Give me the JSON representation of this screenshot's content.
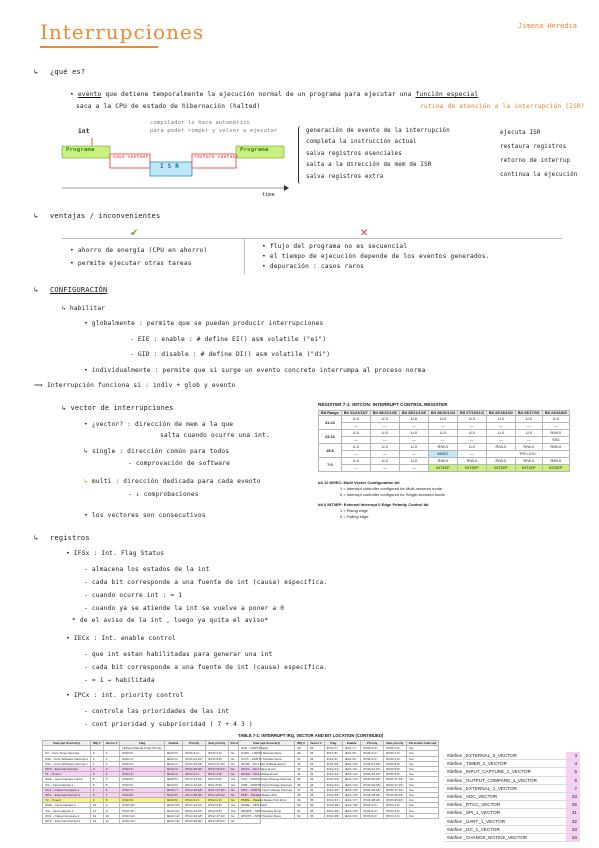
{
  "header": {
    "title": "Interrupciones",
    "author": "Jimena Heredia"
  },
  "que_es": {
    "heading": "¿qué es?",
    "definition_word": "evento",
    "definition_rest": "que detiene temporalmente la ejecución normal de un programa para ejecutar una",
    "definition_special": "función especial",
    "line2": "saca a la CPU de estado de hibernación (halted)",
    "isr_note": "rutina de atención a la interrupción (ISR)",
    "diagram": {
      "compiler_note_1": "compilador lo hace automático",
      "compiler_note_2": "para poder romper y volver a ejecutar",
      "int_label": "int",
      "programa_left": "Programa",
      "save_context": "save context",
      "isr": "I S R",
      "restore_context": "restore context",
      "programa_right": "Programa",
      "time_axis": "time"
    },
    "steps_left": [
      "generación de evento de la interrupción",
      "completa la instrucción actual",
      "salva registros esenciales",
      "salta a la dirección de mem de ISR",
      "salva registros extra"
    ],
    "steps_right": [
      "ejecuta ISR",
      "restaura registros",
      "retorno de interrup",
      "continua la ejecución"
    ]
  },
  "ventajas": {
    "heading": "ventajas / inconvenientes",
    "check_mark": "✔",
    "cross_mark": "✕",
    "pros": [
      "ahorro de energía (CPU en ahorro)",
      "permite ejecutar otras tareas"
    ],
    "cons": [
      "flujo del programa no es secuencial",
      "el tiempo de ejecución depende de los eventos generados.",
      "depuración : casos raros"
    ]
  },
  "configuracion": {
    "heading": "CONFIGURACIÓN",
    "habilitar": "habilitar",
    "global_line": "globalmente : permite que se puedan producir interrupciones",
    "eie": "- EIE : enable : # define EI() asm volatile (\"ei\")",
    "gid": "- GID : disable : # define DI() asm volatile (\"di\")",
    "individual": "individualmente : permite que si surge un evento concreto interrumpa al proceso norma",
    "funciona": "Interrupción funciona si : indiv + glob y evento"
  },
  "vector": {
    "heading": "vector de interrupciones",
    "que_vector_1": "¿vector? : dirección de mem a la que",
    "que_vector_2": "salta cuando ocurre una int.",
    "single_1": "single : dirección común para todos",
    "single_2": "- comprovación de software",
    "multi_1": "multi : dirección dedicada para cada evento",
    "multi_2": "- ↓ comprobaciones",
    "consecutivos": "los vectores son consecutivos"
  },
  "register_table": {
    "caption": "REGISTER 7-1: INTCON: INTERRUPT CONTROL REGISTER",
    "headers": [
      "Bit Range",
      "Bit 31/23/15/7",
      "Bit 30/22/14/6",
      "Bit 29/21/13/5",
      "Bit 28/20/12/4",
      "Bit 27/19/11/3",
      "Bit 26/18/10/2",
      "Bit 25/17/9/1",
      "Bit 24/16/8/0"
    ],
    "rows": [
      {
        "range": "31:24",
        "top": [
          "U-0",
          "U-0",
          "U-0",
          "U-0",
          "U-0",
          "U-0",
          "U-0",
          "U-0"
        ],
        "bot": [
          "—",
          "—",
          "—",
          "—",
          "—",
          "—",
          "—",
          "—"
        ]
      },
      {
        "range": "23:16",
        "top": [
          "U-0",
          "U-0",
          "U-0",
          "U-0",
          "U-0",
          "U-0",
          "U-0",
          "R/W-0"
        ],
        "bot": [
          "—",
          "—",
          "—",
          "—",
          "—",
          "—",
          "—",
          "SS0"
        ]
      },
      {
        "range": "15:8",
        "top": [
          "U-0",
          "U-0",
          "U-0",
          "R/W-0",
          "U-0",
          "R/W-0",
          "R/W-0",
          "R/W-0"
        ],
        "bot": [
          "—",
          "—",
          "—",
          "MVEC",
          "—",
          "TPC<2:0>",
          "",
          ""
        ]
      },
      {
        "range": "7:0",
        "top": [
          "U-0",
          "U-0",
          "U-0",
          "R/W-0",
          "R/W-0",
          "R/W-0",
          "R/W-0",
          "R/W-0"
        ],
        "bot": [
          "—",
          "—",
          "—",
          "INT4EP",
          "INT3EP",
          "INT2EP",
          "INT1EP",
          "INT0EP"
        ]
      }
    ],
    "bit12_title": "bit 12  MVEC: Multi Vector Configuration bit",
    "bit12_a": "1 = Interrupt controller configured for Multi-vectored mode",
    "bit12_b": "0 = Interrupt controller configured for Single-vectored mode",
    "bit0_title": "bit 0  INT0EP: External Interrupt 0 Edge Polarity Control bit",
    "bit0_a": "1 = Rising edge",
    "bit0_b": "0 = Falling edge"
  },
  "registros": {
    "heading": "registros",
    "ifs": "IFSx : Int. Flag Status",
    "ifs_items": [
      "- almacena los estados de la int",
      "- cada bit corresponde a una fuente de int (causa) específica.",
      "- cuando ocurre int : = 1",
      "- cuando ya se atiende la int se vuelve a poner a 0"
    ],
    "ifs_note": "* de el aviso de la int , luego ya quita el aviso*",
    "iec": "IECx : Int. enable control",
    "iec_items": [
      "- que int estan habilitadas para generar una int",
      "- cada bit corresponde a una fuente de int (causa) específica.",
      "- = 1 → habilitada"
    ],
    "ipc": "IPCx : int. priority control",
    "ipc_items": [
      "- controla las prioridades de las int",
      "- cont prioridad y subprioridad ( 7 + 4 3 )"
    ]
  },
  "bottom_table_1": {
    "headers": [
      "Interrupt Source(1)",
      "IRQ #",
      "Vector #",
      "Flag",
      "Enable",
      "Priority",
      "Sub-priority",
      "Persistent Interrupt"
    ],
    "rows": [
      [
        "",
        "",
        "",
        "Highest Natural Order Priority",
        "",
        "",
        "",
        ""
      ],
      [
        "CT – Core Timer Interrupt",
        "0",
        "0",
        "IFS0<0>",
        "IEC0<0>",
        "IPC0<4:2>",
        "IPC0<1:0>",
        "No"
      ],
      [
        "CS0 – Core Software Interrupt 0",
        "1",
        "1",
        "IFS0<1>",
        "IEC0<1>",
        "IPC0<12:10>",
        "IPC0<9:8>",
        "No"
      ],
      [
        "CS1 – Core Software Interrupt 1",
        "2",
        "2",
        "IFS0<2>",
        "IEC0<2>",
        "IPC0<20:18>",
        "IPC0<17:16>",
        "No"
      ],
      [
        "INT0 – External Interrupt",
        "3",
        "3",
        "IFS0<3>",
        "IEC0<3>",
        "IPC0<28:26>",
        "IPC0<25:24>",
        "No"
      ],
      [
        "T1 – Timer1",
        "4",
        "4",
        "IFS0<4>",
        "IEC0<4>",
        "IPC1<4:2>",
        "IPC1<1:0>",
        "No"
      ],
      [
        "IC1E – Input Capture 1 Error",
        "5",
        "5",
        "IFS0<5>",
        "IEC0<5>",
        "IPC1<12:10>",
        "IPC1<9:8>",
        "Yes"
      ],
      [
        "IC1 – Input Capture 1",
        "6",
        "5",
        "IFS0<6>",
        "IEC0<6>",
        "IPC1<12:10>",
        "IPC1<9:8>",
        "Yes"
      ],
      [
        "OC1 – Output Compare 1",
        "7",
        "6",
        "IFS0<7>",
        "IEC0<7>",
        "IPC1<20:18>",
        "IPC1<17:16>",
        "No"
      ],
      [
        "INT1 – External Interrupt 1",
        "8",
        "7",
        "IFS0<8>",
        "IEC0<8>",
        "IPC1<28:26>",
        "IPC1<25:24>",
        "No"
      ],
      [
        "T2 – Timer2",
        "9",
        "8",
        "IFS0<9>",
        "IEC0<9>",
        "IPC2<4:2>",
        "IPC2<1:0>",
        "No"
      ],
      [
        "IC2E – Input Capture 2",
        "10",
        "9",
        "IFS0<10>",
        "IEC0<10>",
        "IPC2<12:10>",
        "IPC2<9:8>",
        "Yes"
      ],
      [
        "IC2 – Input Capture 2",
        "11",
        "9",
        "IFS0<11>",
        "IEC0<11>",
        "IPC2<12:10>",
        "IPC2<9:8>",
        "Yes"
      ],
      [
        "OC2 – Output Compare 2",
        "12",
        "10",
        "IFS0<12>",
        "IEC0<12>",
        "IPC2<20:18>",
        "IPC2<17:16>",
        "No"
      ],
      [
        "INT2 – External Interrupt 2",
        "13",
        "11",
        "IFS0<13>",
        "IEC0<13>",
        "IPC2<28:26>",
        "IPC2<25:24>",
        "No"
      ]
    ]
  },
  "bottom_table_2": {
    "caption": "TABLE 7-1: INTERRUPT IRQ, VECTOR AND BIT LOCATION (CONTINUED)",
    "headers": [
      "Interrupt Source(1)",
      "IRQ #",
      "Vector #",
      "Flag",
      "Enable",
      "Priority",
      "Sub-priority",
      "Persistent Interrupt"
    ],
    "rows": [
      [
        "U1E – UART1 Fault",
        "39",
        "32",
        "IFS1<7>",
        "IEC1<7>",
        "IPC8<4:2>",
        "IPC8<1:0>",
        "Yes"
      ],
      [
        "U1RX – UART1 Receive Done",
        "40",
        "32",
        "IFS1<8>",
        "IEC1<8>",
        "IPC8<4:2>",
        "IPC8<1:0>",
        "Yes"
      ],
      [
        "U1TX – UART1 Transfer Done",
        "41",
        "32",
        "IFS1<9>",
        "IEC1<9>",
        "IPC8<4:2>",
        "IPC8<1:0>",
        "Yes"
      ],
      [
        "I2C1B – I2C1 Bus Collision Event",
        "42",
        "33",
        "IFS1<10>",
        "IEC1<10>",
        "IPC8<12:10>",
        "IPC8<9:8>",
        "Yes"
      ],
      [
        "I2C1S – I2C1 Slave Event",
        "43",
        "33",
        "IFS1<11>",
        "IEC1<11>",
        "IPC8<12:10>",
        "IPC8<9:8>",
        "Yes"
      ],
      [
        "I2C1M – I2C1 Master Event",
        "44",
        "33",
        "IFS1<12>",
        "IEC1<12>",
        "IPC8<12:10>",
        "IPC8<9:8>",
        "Yes"
      ],
      [
        "CNA – PORTA Input Change Interrupt",
        "45",
        "34",
        "IFS1<13>",
        "IEC1<13>",
        "IPC8<20:18>",
        "IPC8<17:16>",
        "Yes"
      ],
      [
        "CNB – PORTB Input Change Interrupt",
        "46",
        "34",
        "IFS1<14>",
        "IEC1<14>",
        "IPC8<20:18>",
        "IPC8<17:16>",
        "Yes"
      ],
      [
        "CNC – PORTC Input Change Interrupt",
        "47",
        "34",
        "IFS1<15>",
        "IEC1<15>",
        "IPC8<20:18>",
        "IPC8<17:16>",
        "Yes"
      ],
      [
        "PMP – Parallel Master Port",
        "48",
        "35",
        "IFS1<16>",
        "IEC1<16>",
        "IPC8<28:26>",
        "IPC8<25:24>",
        "Yes"
      ],
      [
        "PMPE – Parallel Master Port Error",
        "49",
        "35",
        "IFS1<17>",
        "IEC1<17>",
        "IPC8<28:26>",
        "IPC8<25:24>",
        "Yes"
      ],
      [
        "SPI2E – SPI2 Fault",
        "50",
        "36",
        "IFS1<18>",
        "IEC1<18>",
        "IPC9<4:2>",
        "IPC9<1:0>",
        "Yes"
      ],
      [
        "SPI2RX – SPI2 Receive Done",
        "51",
        "36",
        "IFS1<19>",
        "IEC1<19>",
        "IPC9<4:2>",
        "IPC9<1:0>",
        "Yes"
      ],
      [
        "SPI2TX – SPI2 Transfer Done",
        "52",
        "36",
        "IFS1<20>",
        "IEC1<20>",
        "IPC9<4:2>",
        "IPC9<1:0>",
        "Yes"
      ]
    ]
  },
  "vector_defines": [
    {
      "name": "#define _EXTERNAL_0_VECTOR",
      "num": "3"
    },
    {
      "name": "#define _TIMER_1_VECTOR",
      "num": "4"
    },
    {
      "name": "#define _INPUT_CAPTURE_1_VECTOR",
      "num": "5"
    },
    {
      "name": "#define _OUTPUT_COMPARE_1_VECTOR",
      "num": "6"
    },
    {
      "name": "#define _EXTERNAL_1_VECTOR",
      "num": "7"
    },
    {
      "name": "#define _ADC_VECTOR",
      "num": "23"
    },
    {
      "name": "#define _RTCC_VECTOR",
      "num": "25"
    },
    {
      "name": "#define _SPI_1_VECTOR",
      "num": "31"
    },
    {
      "name": "#define _UART_1_VECTOR",
      "num": "32"
    },
    {
      "name": "#define _I2C_1_VECTOR",
      "num": "33"
    },
    {
      "name": "#define _CHANGE_NOTICE_VECTOR",
      "num": "34"
    }
  ]
}
